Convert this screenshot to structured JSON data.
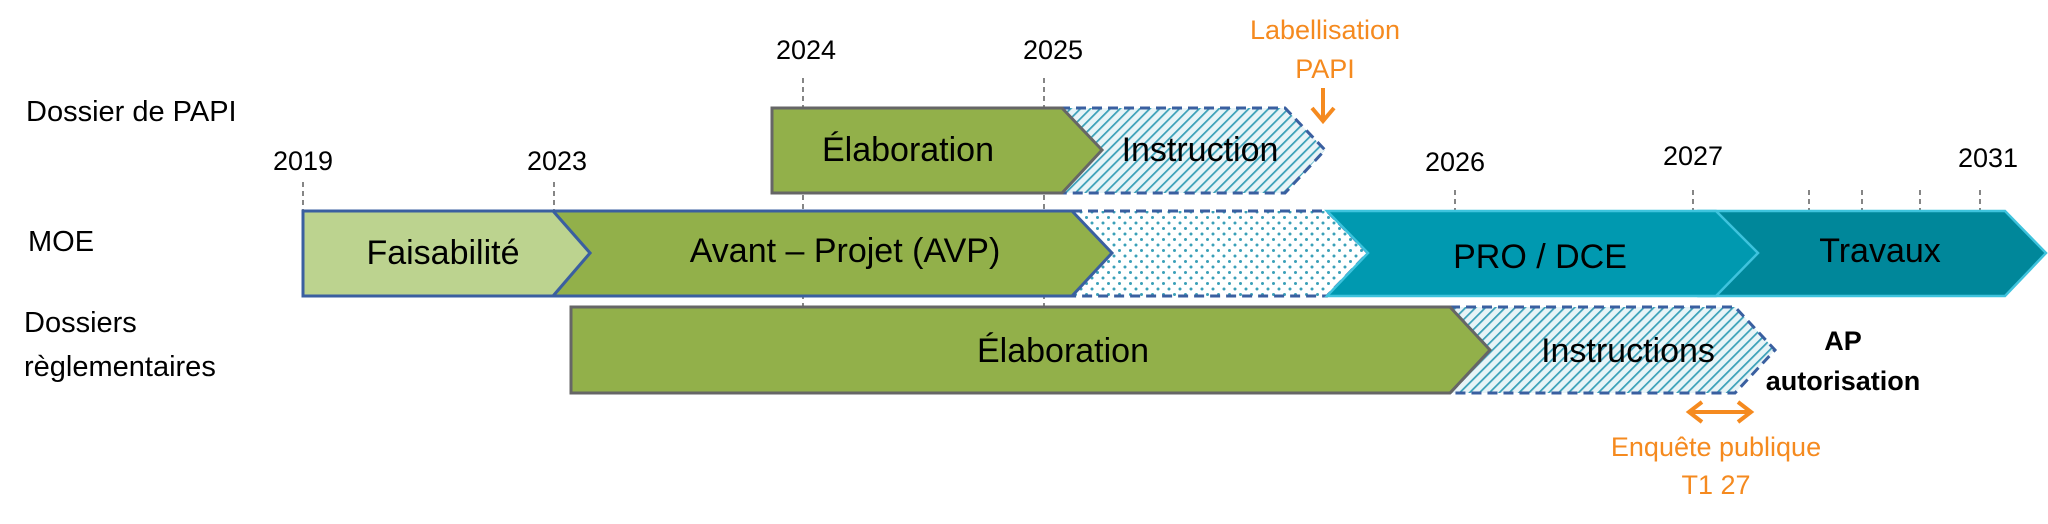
{
  "rows": {
    "papi": "Dossier de PAPI",
    "moe": "MOE",
    "dossiers_line1": "Dossiers",
    "dossiers_line2": "règlementaires"
  },
  "years": [
    "2019",
    "2023",
    "2024",
    "2025",
    "2026",
    "2027",
    "2031"
  ],
  "bars": {
    "papi_elaboration": "Élaboration",
    "papi_instruction": "Instruction",
    "moe_faisabilite": "Faisabilité",
    "moe_avp": "Avant – Projet (AVP)",
    "moe_gap": "",
    "moe_pro_dce": "PRO / DCE",
    "moe_travaux": "Travaux",
    "reg_elaboration": "Élaboration",
    "reg_instructions": "Instructions"
  },
  "annotations": {
    "labellisation_line1": "Labellisation",
    "labellisation_line2": "PAPI",
    "ap_line1": "AP",
    "ap_line2": "autorisation",
    "enquete_line1": "Enquête publique",
    "enquete_line2": "T1 27"
  },
  "colors": {
    "light_green": "#bcd38f",
    "green": "#92b04a",
    "teal": "#0099b0",
    "dark_teal": "#00879a",
    "hatch": "#3aa0b8",
    "navy_border": "#3a5fa0",
    "orange": "#f58a1f"
  }
}
